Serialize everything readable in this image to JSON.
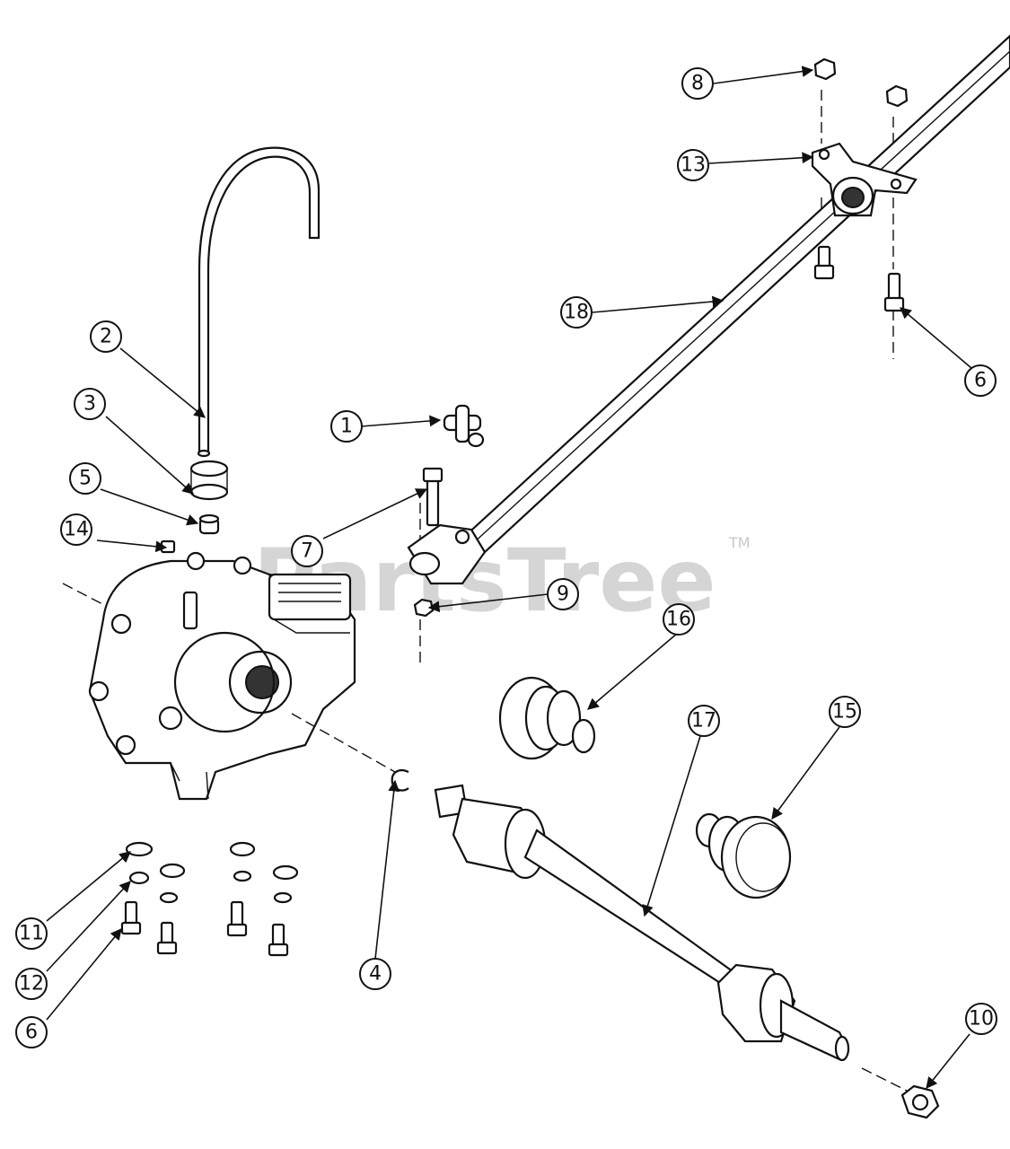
{
  "watermark": {
    "text": "PartsTree",
    "trademark": "TM"
  },
  "callouts": [
    "1",
    "2",
    "3",
    "4",
    "5",
    "6",
    "6",
    "7",
    "8",
    "9",
    "10",
    "11",
    "12",
    "13",
    "14",
    "15",
    "16",
    "17",
    "18"
  ],
  "colors": {
    "line": "#111111",
    "background": "#ffffff",
    "watermark": "#c8c8c8"
  }
}
